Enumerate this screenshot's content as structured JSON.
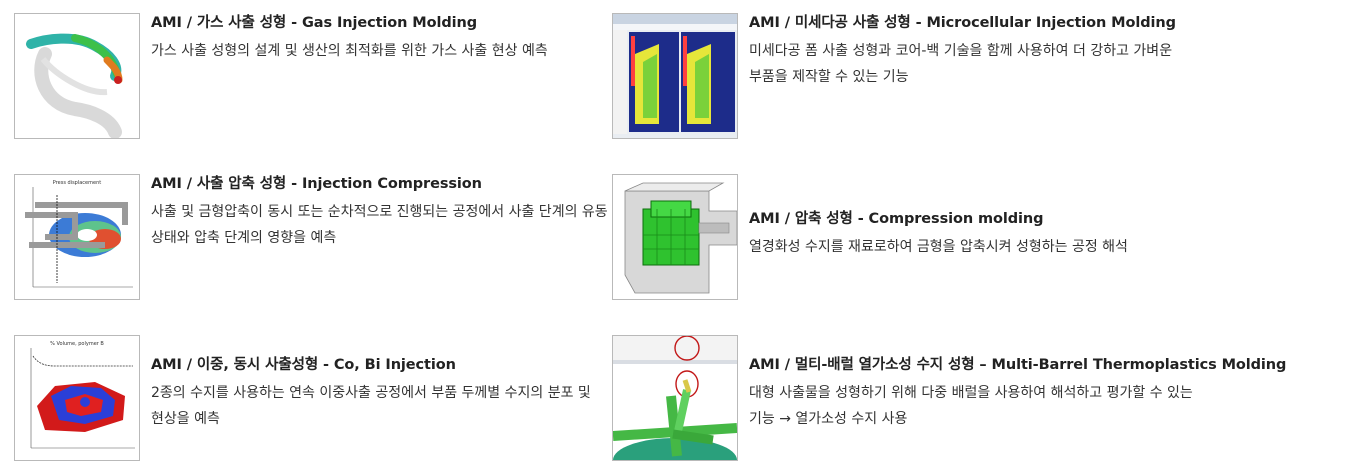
{
  "items": [
    {
      "title": "AMI / 가스 사출 성형 - Gas Injection Molding",
      "desc": "가스 사출 성형의 설계 및 생산의 최적화를 위한 가스 사출 현상 예측",
      "thumbnail_icon": "gas-injection-part-image"
    },
    {
      "title": "AMI / 미세다공 사출 성형 - Microcellular Injection Molding",
      "desc": "미세다공 폼 사출 성형과 코어-백 기술을 함께 사용하여 더 강하고 가벼운 부품을 제작할 수 있는 기능",
      "thumbnail_icon": "microcellular-software-screenshot"
    },
    {
      "title": "AMI / 사출 압축 성형 - Injection Compression",
      "desc": "사출 및 금형압축이 동시 또는 순차적으로 진행되는 공정에서 사출 단계의 유동 상태와 압축 단계의 영향을 예측",
      "thumbnail_icon": "press-displacement-chart-image",
      "thumbnail_caption": "Press displacement"
    },
    {
      "title": "AMI / 압축 성형 - Compression molding",
      "desc": "열경화성 수지를 재료로하여 금형을 압축시켜 성형하는 공정 해석",
      "thumbnail_icon": "compression-mold-model-image"
    },
    {
      "title": "AMI / 이중, 동시 사출성형 - Co, Bi Injection",
      "desc": "2종의 수지를 사용하는 연속 이중사출 공정에서 부품 두께별 수지의 분포 및 현상을 예측",
      "thumbnail_icon": "co-injection-result-image",
      "thumbnail_caption": "% Volume, polymer B"
    },
    {
      "title": "AMI / 멀티-배럴 열가소성 수지 성형 – Multi-Barrel Thermoplastics Molding",
      "desc": "대형 사출물을 성형하기 위해 다중 배럴을 사용하여 해석하고 평가할 수 있는 기능 → 열가소성 수지 사용",
      "thumbnail_icon": "multi-barrel-runner-image"
    }
  ],
  "colors": {
    "title": "#222222",
    "desc": "#333333",
    "thumb_border": "#b9b9b9",
    "green": "#3fbf3f",
    "red": "#d42020",
    "blue": "#1a3fd0"
  }
}
